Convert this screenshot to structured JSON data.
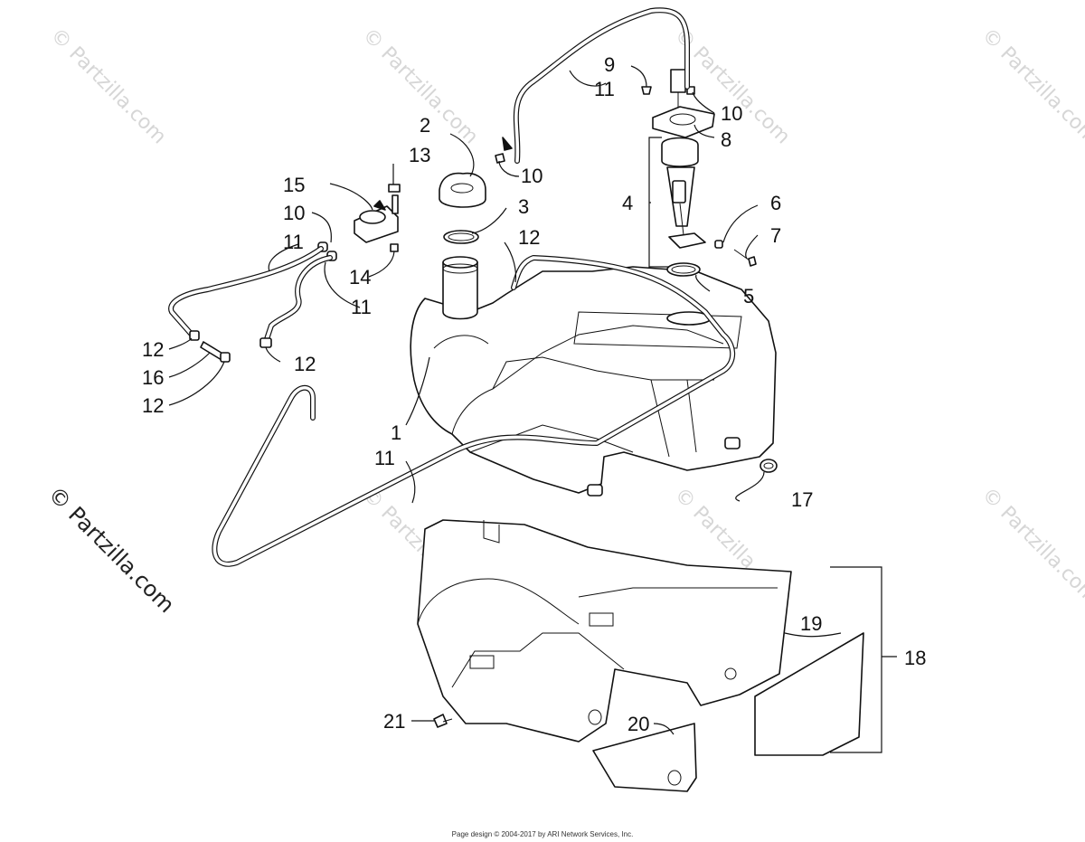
{
  "watermark": {
    "text": "© Partzilla.com"
  },
  "footer": {
    "text": "Page design © 2004-2017 by ARI Network Services, Inc."
  },
  "callouts": [
    {
      "id": "c1",
      "number": "1"
    },
    {
      "id": "c2",
      "number": "2"
    },
    {
      "id": "c3",
      "number": "3"
    },
    {
      "id": "c4",
      "number": "4"
    },
    {
      "id": "c5",
      "number": "5"
    },
    {
      "id": "c6",
      "number": "6"
    },
    {
      "id": "c7",
      "number": "7"
    },
    {
      "id": "c8",
      "number": "8"
    },
    {
      "id": "c9",
      "number": "9"
    },
    {
      "id": "c10a",
      "number": "10"
    },
    {
      "id": "c10b",
      "number": "10"
    },
    {
      "id": "c10c",
      "number": "10"
    },
    {
      "id": "c11a",
      "number": "11"
    },
    {
      "id": "c11b",
      "number": "11"
    },
    {
      "id": "c11c",
      "number": "11"
    },
    {
      "id": "c11d",
      "number": "11"
    },
    {
      "id": "c12a",
      "number": "12"
    },
    {
      "id": "c12b",
      "number": "12"
    },
    {
      "id": "c12c",
      "number": "12"
    },
    {
      "id": "c12d",
      "number": "12"
    },
    {
      "id": "c13",
      "number": "13"
    },
    {
      "id": "c14",
      "number": "14"
    },
    {
      "id": "c15",
      "number": "15"
    },
    {
      "id": "c16",
      "number": "16"
    },
    {
      "id": "c17",
      "number": "17"
    },
    {
      "id": "c18",
      "number": "18"
    },
    {
      "id": "c19",
      "number": "19"
    },
    {
      "id": "c20",
      "number": "20"
    },
    {
      "id": "c21",
      "number": "21"
    }
  ]
}
